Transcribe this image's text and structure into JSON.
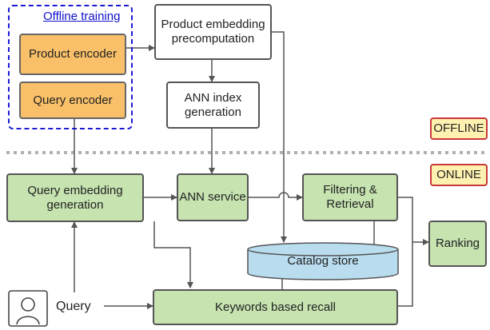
{
  "offline_group": {
    "label": "Offline training"
  },
  "nodes": {
    "product_encoder": "Product encoder",
    "query_encoder": "Query encoder",
    "product_embedding_precomputation": "Product embedding precomputation",
    "ann_index_generation": "ANN index generation",
    "query_embedding_generation": "Query embedding generation",
    "ann_service": "ANN service",
    "filtering_retrieval": "Filtering & Retrieval",
    "catalog_store": "Catalog store",
    "ranking": "Ranking",
    "keywords_recall": "Keywords based recall",
    "query": "Query"
  },
  "tags": {
    "offline": "OFFLINE",
    "online": "ONLINE"
  },
  "colors": {
    "process_box": "#c6e3b0",
    "encoder_box": "#f9c069",
    "catalog_store": "#b9dcef",
    "offline_frame": "#1b1bd6",
    "tag_fill": "#fff2b0",
    "tag_border": "#c9383b"
  },
  "icons": {
    "query_user": "user-icon"
  }
}
